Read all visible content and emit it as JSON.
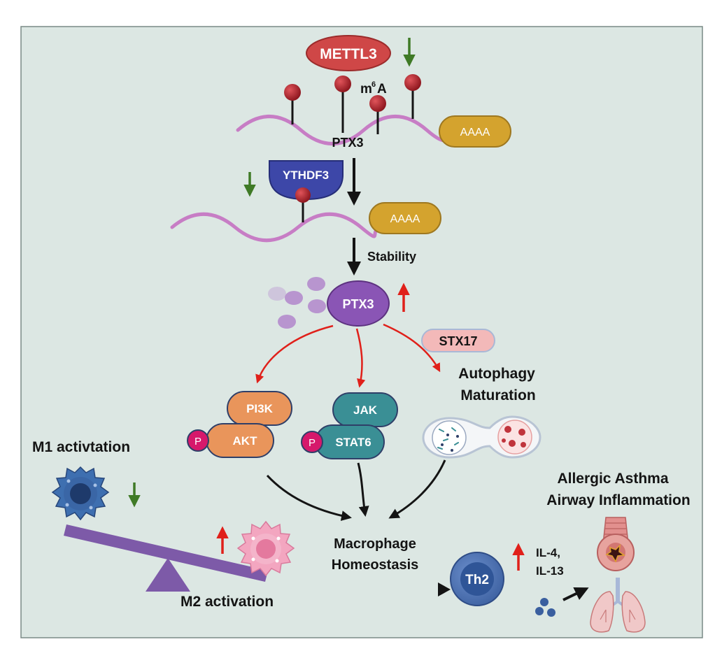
{
  "labels": {
    "mettl3": "METTL3",
    "m6a_main": "m",
    "m6a_sup": "6",
    "m6a_tail": "A",
    "ptx3_mrna": "PTX3",
    "polya_1": "AAAA",
    "ythdf3": "YTHDF3",
    "polya_2": "AAAA",
    "stability": "Stability",
    "ptx3_protein": "PTX3",
    "stx17": "STX17",
    "autophagy_line1": "Autophagy",
    "autophagy_line2": "Maturation",
    "pi3k": "PI3K",
    "akt": "AKT",
    "jak": "JAK",
    "stat6": "STAT6",
    "p_akt": "P",
    "p_stat6": "P",
    "m1": "M1 activtation",
    "m2": "M2 activation",
    "homeostasis_line1": "Macrophage",
    "homeostasis_line2": "Homeostasis",
    "th2": "Th2",
    "il_line1": "IL-4,",
    "il_line2": "IL-13",
    "asthma_line1": "Allergic Asthma",
    "asthma_line2": "Airway Inflammation"
  },
  "colors": {
    "background": "#dce7e3",
    "mrna": "#c77dc5",
    "m6a_marker": "#a81d26",
    "polya": "#d4a32e",
    "mettl3": "#cf4747",
    "ythdf3": "#3d47a8",
    "ptx3": "#8a55b5",
    "stx17": "#f3b9b9",
    "pi3k_akt": "#e9955b",
    "jak_stat6": "#3a8f95",
    "phospho": "#d6186b",
    "m1_cell": "#3e6fb0",
    "m2_cell": "#f3a6c0",
    "seesaw": "#7d5aa8",
    "th2": "#4a6fb0",
    "arrow_down": "#3f7a26",
    "arrow_up": "#e0201a",
    "arrow_pathway": "#e0201a",
    "arrow_main": "#141414"
  }
}
